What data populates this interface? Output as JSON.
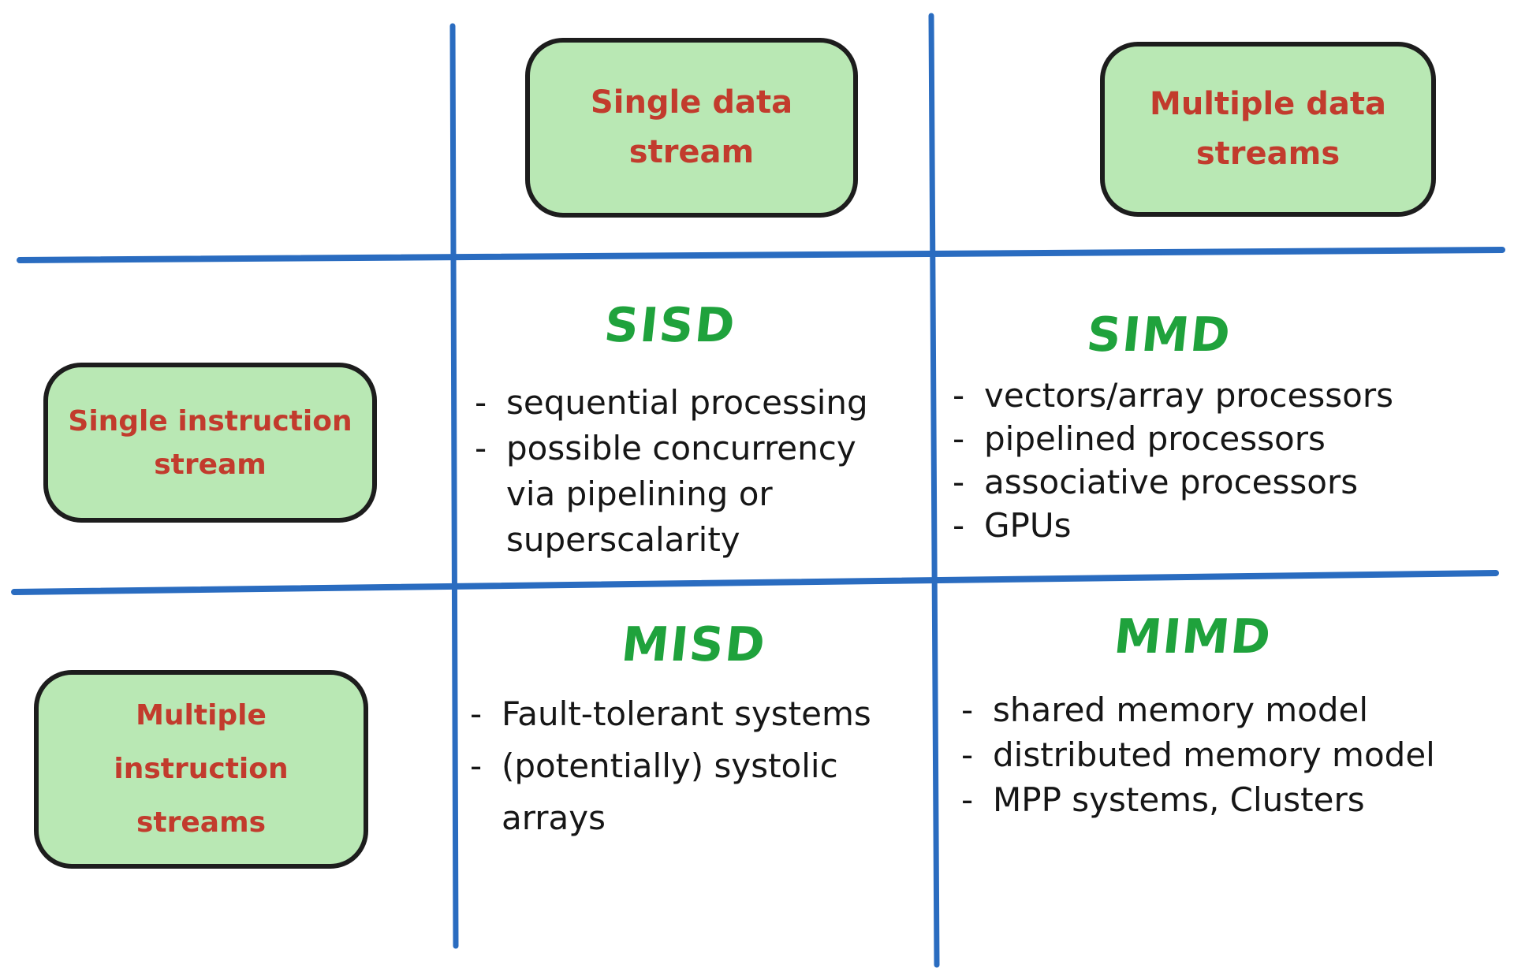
{
  "colors": {
    "box_fill": "#b9e8b4",
    "box_border": "#1d1d1d",
    "red_text": "#c23b2d",
    "green_heading": "#1fa23c",
    "blue_line": "#2a6cc0",
    "black_text": "#161616"
  },
  "col_headers": {
    "single_data": {
      "line1": "Single data",
      "line2": "stream"
    },
    "multiple_data": {
      "line1": "Multiple data",
      "line2": "streams"
    }
  },
  "row_headers": {
    "single_instruction": {
      "line1": "Single instruction",
      "line2": "stream"
    },
    "multiple_instruction": {
      "line1": "Multiple",
      "line2": "instruction",
      "line3": "streams"
    }
  },
  "quadrants": {
    "sisd": {
      "title": "SISD",
      "items": [
        {
          "dash": "-",
          "text": "sequential processing"
        },
        {
          "dash": "-",
          "text": "possible concurrency"
        },
        {
          "dash": "",
          "text": "via pipelining or"
        },
        {
          "dash": "",
          "text": "superscalarity"
        }
      ]
    },
    "simd": {
      "title": "SIMD",
      "items": [
        {
          "dash": "-",
          "text": "vectors/array processors"
        },
        {
          "dash": "-",
          "text": "pipelined processors"
        },
        {
          "dash": "-",
          "text": "associative processors"
        },
        {
          "dash": "-",
          "text": "GPUs"
        }
      ]
    },
    "misd": {
      "title": "MISD",
      "items": [
        {
          "dash": "-",
          "text": "Fault-tolerant systems"
        },
        {
          "dash": "-",
          "text": "(potentially) systolic"
        },
        {
          "dash": "",
          "text": "arrays"
        }
      ]
    },
    "mimd": {
      "title": "MIMD",
      "items": [
        {
          "dash": "-",
          "text": "shared memory model"
        },
        {
          "dash": "-",
          "text": "distributed memory model"
        },
        {
          "dash": "-",
          "text": "MPP systems, Clusters"
        }
      ]
    }
  }
}
